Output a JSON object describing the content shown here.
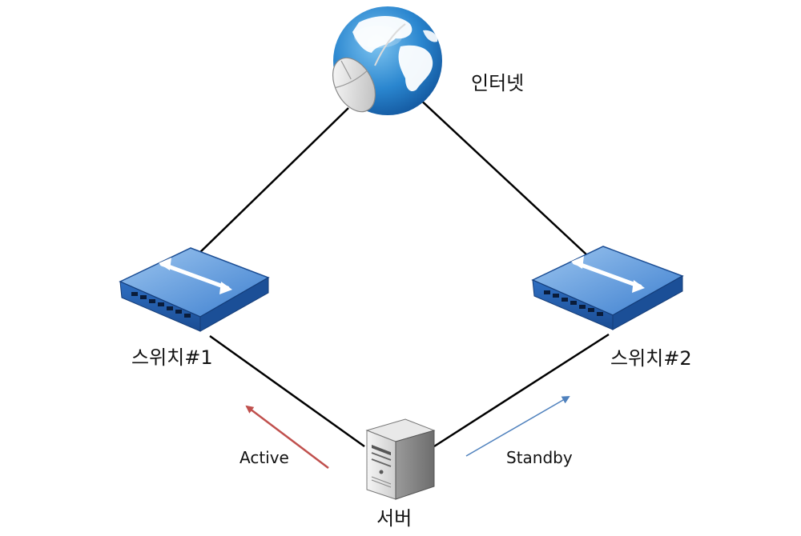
{
  "diagram": {
    "nodes": {
      "internet": {
        "label": "인터넷",
        "icon": "globe-mouse-icon"
      },
      "switch1": {
        "label": "스위치#1",
        "icon": "network-switch-icon"
      },
      "switch2": {
        "label": "스위치#2",
        "icon": "network-switch-icon"
      },
      "server": {
        "label": "서버",
        "icon": "server-tower-icon"
      }
    },
    "links": [
      {
        "from": "internet",
        "to": "switch1"
      },
      {
        "from": "internet",
        "to": "switch2"
      },
      {
        "from": "switch1",
        "to": "server"
      },
      {
        "from": "switch2",
        "to": "server"
      }
    ],
    "arrows": {
      "active": {
        "label": "Active",
        "color": "#c0504d"
      },
      "standby": {
        "label": "Standby",
        "color": "#4f81bd"
      }
    }
  }
}
